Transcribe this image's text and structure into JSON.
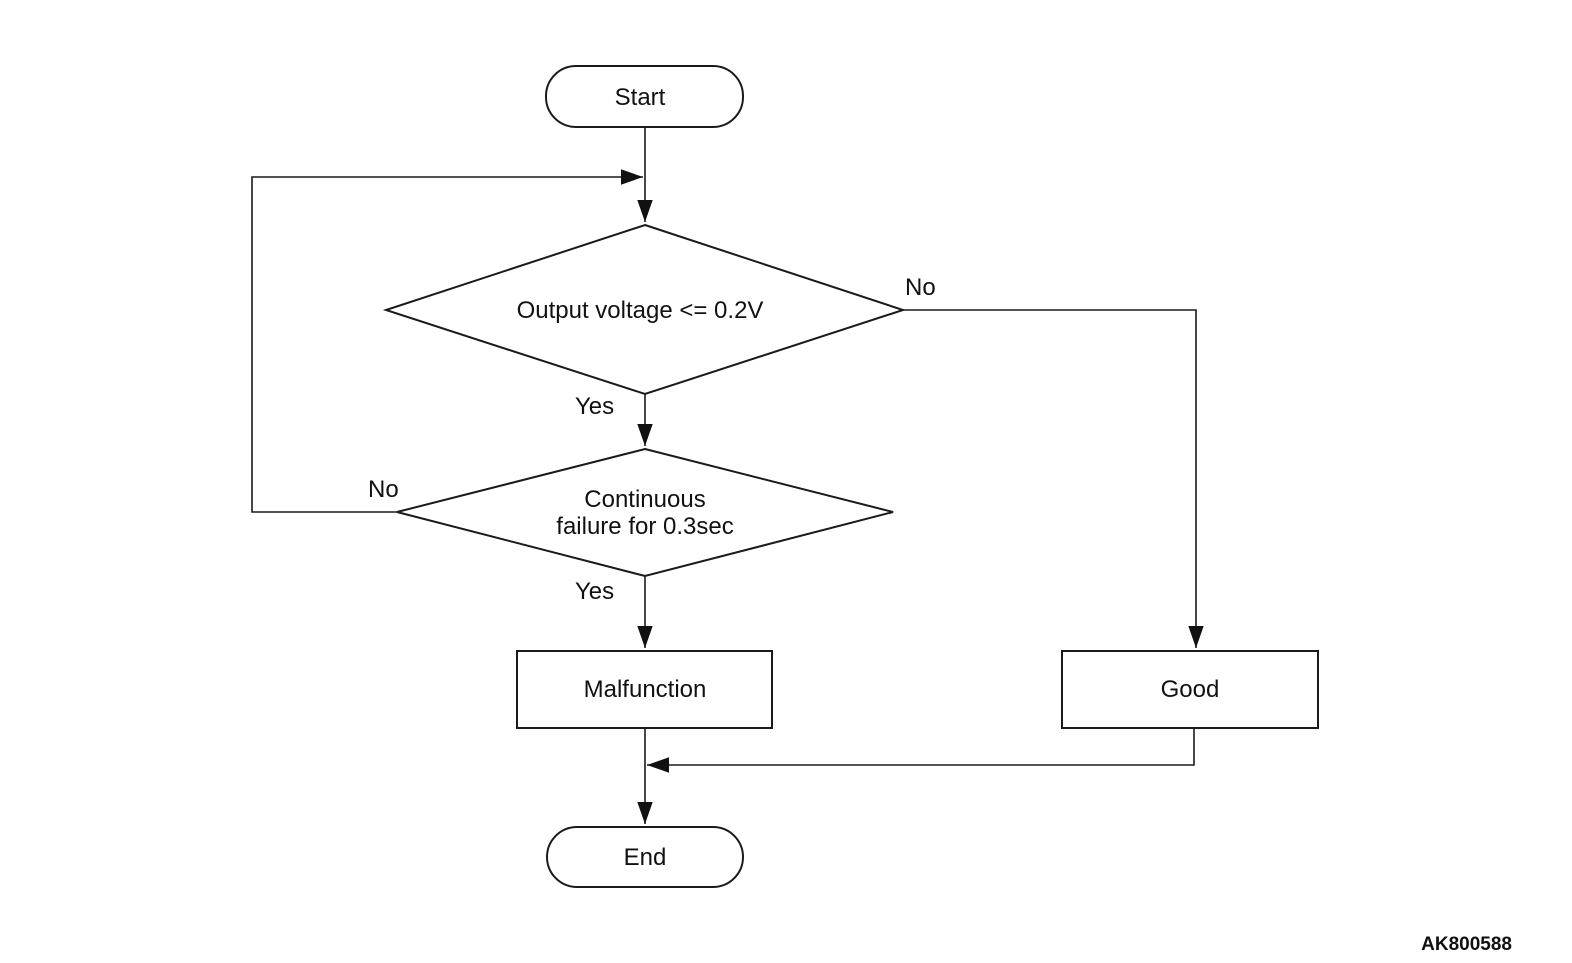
{
  "nodes": {
    "start": "Start",
    "decision_voltage": "Output voltage <= 0.2V",
    "decision_continuous_line1": "Continuous",
    "decision_continuous_line2": "failure for 0.3sec",
    "malfunction": "Malfunction",
    "good": "Good",
    "end": "End"
  },
  "branch_labels": {
    "voltage_yes": "Yes",
    "voltage_no": "No",
    "continuous_yes": "Yes",
    "continuous_no": "No"
  },
  "figure_code": "AK800588"
}
